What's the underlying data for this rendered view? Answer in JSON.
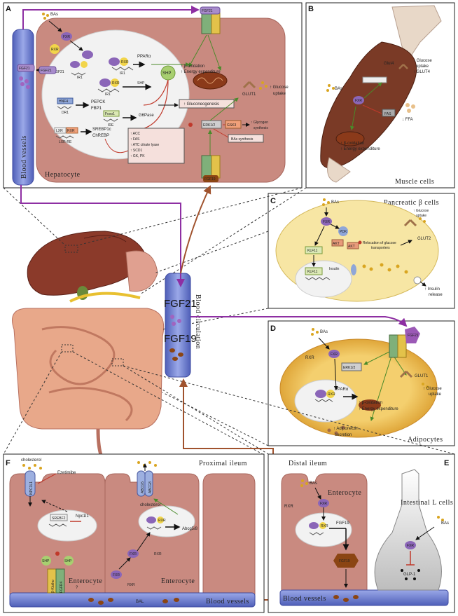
{
  "panels": {
    "A": {
      "letter": "A",
      "title": "Hepatocyte",
      "vessel_label": "Blood vessels"
    },
    "B": {
      "letter": "B",
      "title": "Muscle cells"
    },
    "C": {
      "letter": "C",
      "title": "Pancreatic β cells"
    },
    "D": {
      "letter": "D",
      "title": "Adipocytes"
    },
    "E": {
      "letter": "E",
      "title": "Distal ileum",
      "cell_label": "Enterocyte",
      "lcell_label": "Intestinal L cells",
      "vessel_label": "Blood vessels"
    },
    "F": {
      "letter": "F",
      "title": "Proximal ileum",
      "cell_label": "Enterocyte",
      "vessel_label": "Blood vessels"
    }
  },
  "circulation": {
    "label": "Blood circulation",
    "fgf21": "FGF21",
    "fgf19": "FGF19"
  },
  "labels": {
    "bas": "BAs",
    "fxr": "FXR",
    "rxr": "RXR",
    "shp": "SHP",
    "fgf21": "FGF21",
    "fgf19": "FGF19",
    "ppara": "PPARα",
    "ir1": "IR1",
    "dr1": "DR1",
    "ire": "IRE",
    "fgfr": "FGFR1c",
    "klotho": "β-Klotho",
    "fgfr4": "FGFR4",
    "erk": "ERK1/2",
    "glut1": "GLUT1",
    "glut2": "GLUT2",
    "glut4": "Glut4",
    "glut4b": "↑ GLUT4",
    "gsk3": "GSK3",
    "akt": "AKT",
    "pdk": "PDK",
    "klf11": "KLF11",
    "insulin": "Insulin",
    "fas": "FAS",
    "ffa": "↓ FFA",
    "glp1": "GLP-1",
    "npc1l1": "NPC1L1",
    "npc1l1_gene": "Npc1l1",
    "srebf2": "SREBF2",
    "abcg5": "ABCG5",
    "abcg8": "ABCG8",
    "abcg58": "Abcg5/8",
    "cholesterol": "cholesterol",
    "ezetimibe": "Ezetimibe",
    "bal": "BAL",
    "question": "?"
  },
  "hepatocyte": {
    "beta_ox": "↑ β-oxidation",
    "energy": "↑ Energy expenditure",
    "glucose_uptake_1": "↑ Glucose",
    "glucose_uptake_2": "uptake",
    "gluconeo": "↑ Gluconeogenesis",
    "glycogen_1": "↑ Glycogen",
    "glycogen_2": "synthesis",
    "bas_synth": "BAs synthesis",
    "hnf4": "HNF4",
    "pepck": "PEPCK",
    "fbp1": "FBP1",
    "foxo1": "Foxo1",
    "g6pase": "G6Pase",
    "lxr": "LXR",
    "lxre": "LXR-RE",
    "srebp": "SREBP1c",
    "chrebp": "ChREBP",
    "lipo": [
      "↑ ACC",
      "↑ FAS",
      "↑ ATC citrate lyase",
      "↑ SCD1",
      "↑ GK, PK"
    ]
  },
  "muscle": {
    "glucose_1": "↑ Glucose",
    "glucose_2": "uptake",
    "beta_ox": "↑ β-oxidation",
    "energy": "↑ Energy expenditure"
  },
  "pancreas": {
    "relocation_1": "Relocation of glucose",
    "relocation_2": "transporters",
    "glucose_1": "↑ Glucose",
    "glucose_2": "uptake",
    "insulin_1": "↑ Insulin",
    "insulin_2": "release"
  },
  "adipo": {
    "glucose_1": "↑ Glucose",
    "glucose_2": "uptake",
    "beta_ox": "↑ β-oxidation",
    "energy": "↑ Energy expenditure",
    "adipo_1": "↑ Adiponectin",
    "adipo_2": "secretion"
  },
  "colors": {
    "hepatocyte": "#c98a80",
    "muscle": "#7a3a26",
    "pancreas": "#f7e6a4",
    "adipo": "#f0c45a",
    "vessel": "#7f8fd6",
    "fxr": "#8b66b8",
    "rxr": "#f2d54a",
    "shp": "#a8cf70",
    "fgf19": "#8b4513",
    "fgf21": "#9b59b6"
  }
}
